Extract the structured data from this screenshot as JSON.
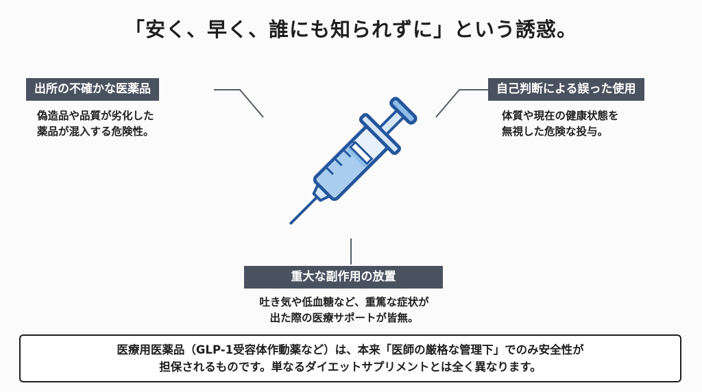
{
  "title": "「安く、早く、誰にも知られずに」という誘惑。",
  "risks": {
    "left": {
      "label": "出所の不確かな医薬品",
      "lines": [
        "偽造品や品質が劣化した",
        "薬品が混入する危険性。"
      ]
    },
    "right": {
      "label": "自己判断による誤った使用",
      "lines": [
        "体質や現在の健康状態を",
        "無視した危険な投与。"
      ]
    },
    "bottom": {
      "label": "重大な副作用の放置",
      "lines": [
        "吐き気や低血糖など、重篤な症状が",
        "出た際の医療サポートが皆無。"
      ]
    }
  },
  "note": {
    "lines": [
      "医療用医薬品（GLP-1受容体作動薬など）は、本来「医師の厳格な管理下」でのみ安全性が",
      "担保されるものです。単なるダイエットサプリメントとは全く異なります。"
    ]
  },
  "colors": {
    "tag_bg": "#4a5260",
    "syringe_outline": "#24569c",
    "syringe_fill": "#a9cdee",
    "connector": "#555b66"
  },
  "icon": "syringe-icon"
}
